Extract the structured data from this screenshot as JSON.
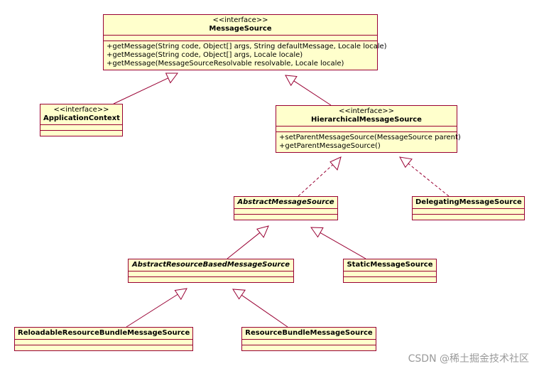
{
  "classes": {
    "message_source": {
      "stereotype": "<<interface>>",
      "name": "MessageSource",
      "methods": [
        "+getMessage(String code, Object[] args, String defaultMessage, Locale locale)",
        "+getMessage(String code, Object[] args, Locale locale)",
        "+getMessage(MessageSourceResolvable resolvable, Locale locale)"
      ]
    },
    "application_context": {
      "stereotype": "<<interface>>",
      "name": "ApplicationContext"
    },
    "hierarchical_message_source": {
      "stereotype": "<<interface>>",
      "name": "HierarchicalMessageSource",
      "methods": [
        "+setParentMessageSource(MessageSource parent)",
        "+getParentMessageSource()"
      ]
    },
    "abstract_message_source": {
      "name": "AbstractMessageSource"
    },
    "delegating_message_source": {
      "name": "DelegatingMessageSource"
    },
    "abstract_resource_based_message_source": {
      "name": "AbstractResourceBasedMessageSource"
    },
    "static_message_source": {
      "name": "StaticMessageSource"
    },
    "reloadable_resource_bundle_message_source": {
      "name": "ReloadableResourceBundleMessageSource"
    },
    "resource_bundle_message_source": {
      "name": "ResourceBundleMessageSource"
    }
  },
  "relationships": [
    {
      "from": "application_context",
      "to": "message_source",
      "kind": "generalization"
    },
    {
      "from": "hierarchical_message_source",
      "to": "message_source",
      "kind": "generalization"
    },
    {
      "from": "abstract_message_source",
      "to": "hierarchical_message_source",
      "kind": "realization"
    },
    {
      "from": "delegating_message_source",
      "to": "hierarchical_message_source",
      "kind": "realization"
    },
    {
      "from": "abstract_resource_based_message_source",
      "to": "abstract_message_source",
      "kind": "generalization"
    },
    {
      "from": "static_message_source",
      "to": "abstract_message_source",
      "kind": "generalization"
    },
    {
      "from": "reloadable_resource_bundle_message_source",
      "to": "abstract_resource_based_message_source",
      "kind": "generalization"
    },
    {
      "from": "resource_bundle_message_source",
      "to": "abstract_resource_based_message_source",
      "kind": "generalization"
    }
  ],
  "colors": {
    "fill": "#ffffcc",
    "border": "#990033",
    "line": "#990033"
  },
  "watermark": "CSDN @稀土掘金技术社区"
}
